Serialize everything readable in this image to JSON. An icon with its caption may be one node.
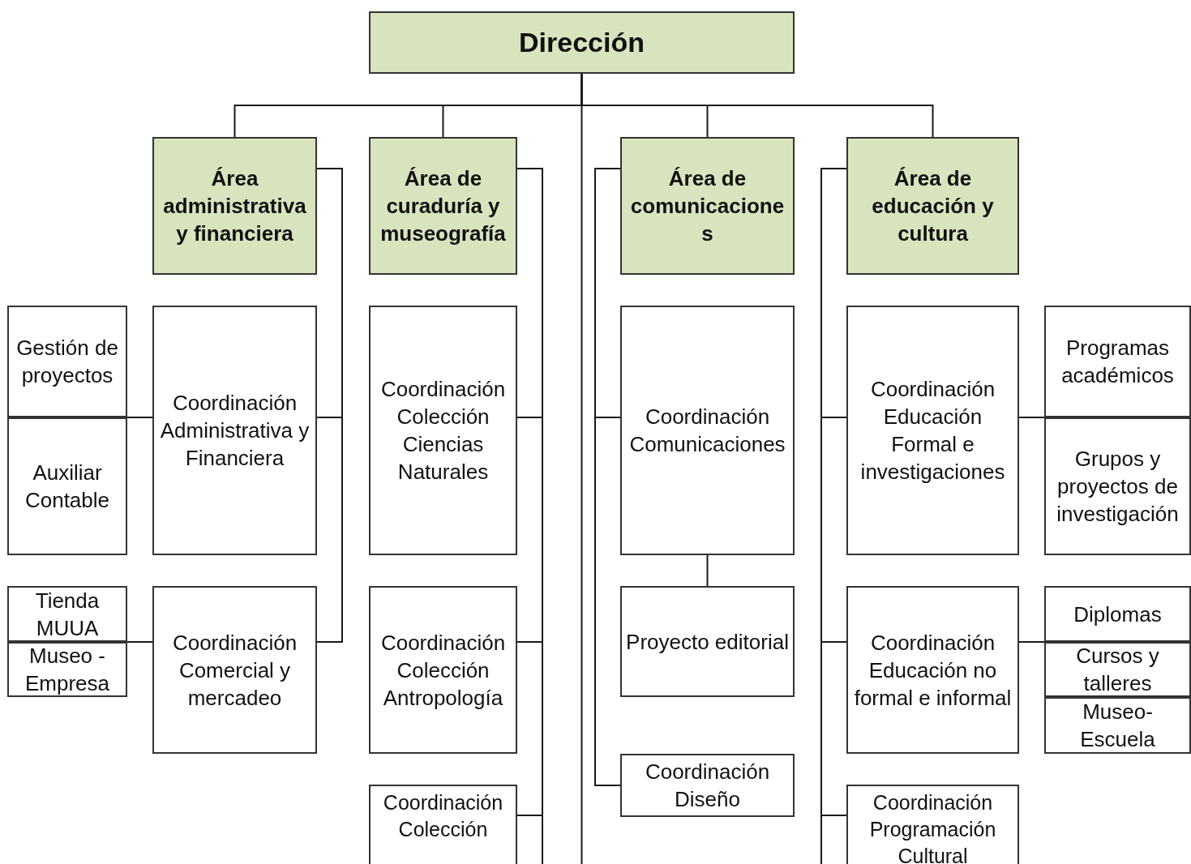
{
  "diagram": {
    "nodes": [
      {
        "text": [
          "Dirección"
        ]
      },
      {
        "text": [
          "Área administrativa y financiera"
        ]
      },
      {
        "text": [
          "Área de curaduría y museografía"
        ]
      },
      {
        "text": [
          "Área de comunicaciones"
        ]
      },
      {
        "text": [
          "Área de educación y cultura"
        ]
      },
      {
        "text": [
          "Gestión de proyectos"
        ]
      },
      {
        "text": [
          "Auxiliar Contable"
        ]
      },
      {
        "text": [
          "Coordinación Administrativa y Financiera"
        ]
      },
      {
        "text": [
          "Coordinación Colección Ciencias Naturales"
        ]
      },
      {
        "text": [
          "Coordinación Comunicaciones"
        ]
      },
      {
        "text": [
          "Coordinación Educación Formal e investigaciones"
        ]
      },
      {
        "text": [
          "Programas académicos"
        ]
      },
      {
        "text": [
          "Grupos y proyectos de investigación"
        ]
      },
      {
        "text": [
          "Tienda MUUA"
        ]
      },
      {
        "text": [
          "Museo - Empresa"
        ]
      },
      {
        "text": [
          "Coordinación Comercial y mercadeo"
        ]
      },
      {
        "text": [
          "Coordinación Colección Antropología"
        ]
      },
      {
        "text": [
          "Proyecto editorial"
        ]
      },
      {
        "text": [
          "Coordinación Educación no formal e informal"
        ]
      },
      {
        "text": [
          "Diplomas"
        ]
      },
      {
        "text": [
          "Cursos y talleres"
        ]
      },
      {
        "text": [
          "Museo-Escuela"
        ]
      },
      {
        "text": [
          "Coordinación Diseño"
        ]
      },
      {
        "text": [
          "Coordinación Colección"
        ]
      },
      {
        "text": [
          "Coordinación Programación Cultural"
        ]
      }
    ],
    "edges": [
      {
        "from": 0,
        "to": 1,
        "arrow": "none"
      },
      {
        "from": 0,
        "to": 2,
        "arrow": "none"
      },
      {
        "from": 0,
        "to": 3,
        "arrow": "none"
      },
      {
        "from": 0,
        "to": 4,
        "arrow": "none"
      },
      {
        "from": 0,
        "to": null,
        "arrow": "none"
      },
      {
        "from": 1,
        "to": 7,
        "arrow": "none"
      },
      {
        "from": 1,
        "to": 15,
        "arrow": "none"
      },
      {
        "from": 2,
        "to": 8,
        "arrow": "none"
      },
      {
        "from": 2,
        "to": 16,
        "arrow": "none"
      },
      {
        "from": 2,
        "to": 23,
        "arrow": "none"
      },
      {
        "from": 2,
        "to": null,
        "arrow": "none"
      },
      {
        "from": 3,
        "to": 9,
        "arrow": "none"
      },
      {
        "from": 3,
        "to": 22,
        "arrow": "none"
      },
      {
        "from": 9,
        "to": 17,
        "arrow": "none"
      },
      {
        "from": 4,
        "to": 10,
        "arrow": "none"
      },
      {
        "from": 4,
        "to": 18,
        "arrow": "none"
      },
      {
        "from": 4,
        "to": 24,
        "arrow": "none"
      },
      {
        "from": 4,
        "to": null,
        "arrow": "none"
      },
      {
        "from": 7,
        "to": 5,
        "arrow": "none"
      },
      {
        "from": 7,
        "to": 6,
        "arrow": "none"
      },
      {
        "from": 15,
        "to": 13,
        "arrow": "none"
      },
      {
        "from": 15,
        "to": 14,
        "arrow": "none"
      },
      {
        "from": 10,
        "to": 11,
        "arrow": "none"
      },
      {
        "from": 10,
        "to": 12,
        "arrow": "none"
      },
      {
        "from": 18,
        "to": 19,
        "arrow": "none"
      },
      {
        "from": 18,
        "to": 20,
        "arrow": "none"
      }
    ]
  }
}
